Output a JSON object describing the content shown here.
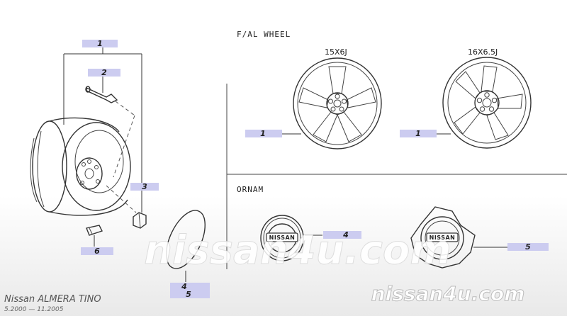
{
  "sections": {
    "wheel": "F/AL WHEEL",
    "ornament": "ORNAM"
  },
  "wheel_sizes": {
    "a": "15X6J",
    "b": "16X6.5J"
  },
  "callouts": {
    "c1": "1",
    "c2": "2",
    "c3": "3",
    "c4": "4",
    "c5": "5",
    "c6": "6",
    "wheel_a": "1",
    "wheel_b": "1",
    "ornament_a": "4",
    "ornament_b": "5",
    "bottom_4": "4",
    "bottom_5": "5"
  },
  "logo_text": "NISSAN",
  "watermark": {
    "center": "nissan4u.com",
    "corner": "nissan4u.com"
  },
  "model": {
    "name": "Nissan  ALMERA  TINO",
    "dates": "5.2000  —  11.2005"
  },
  "colors": {
    "callout": "#ccccf0",
    "watermark": "#ffffff"
  }
}
